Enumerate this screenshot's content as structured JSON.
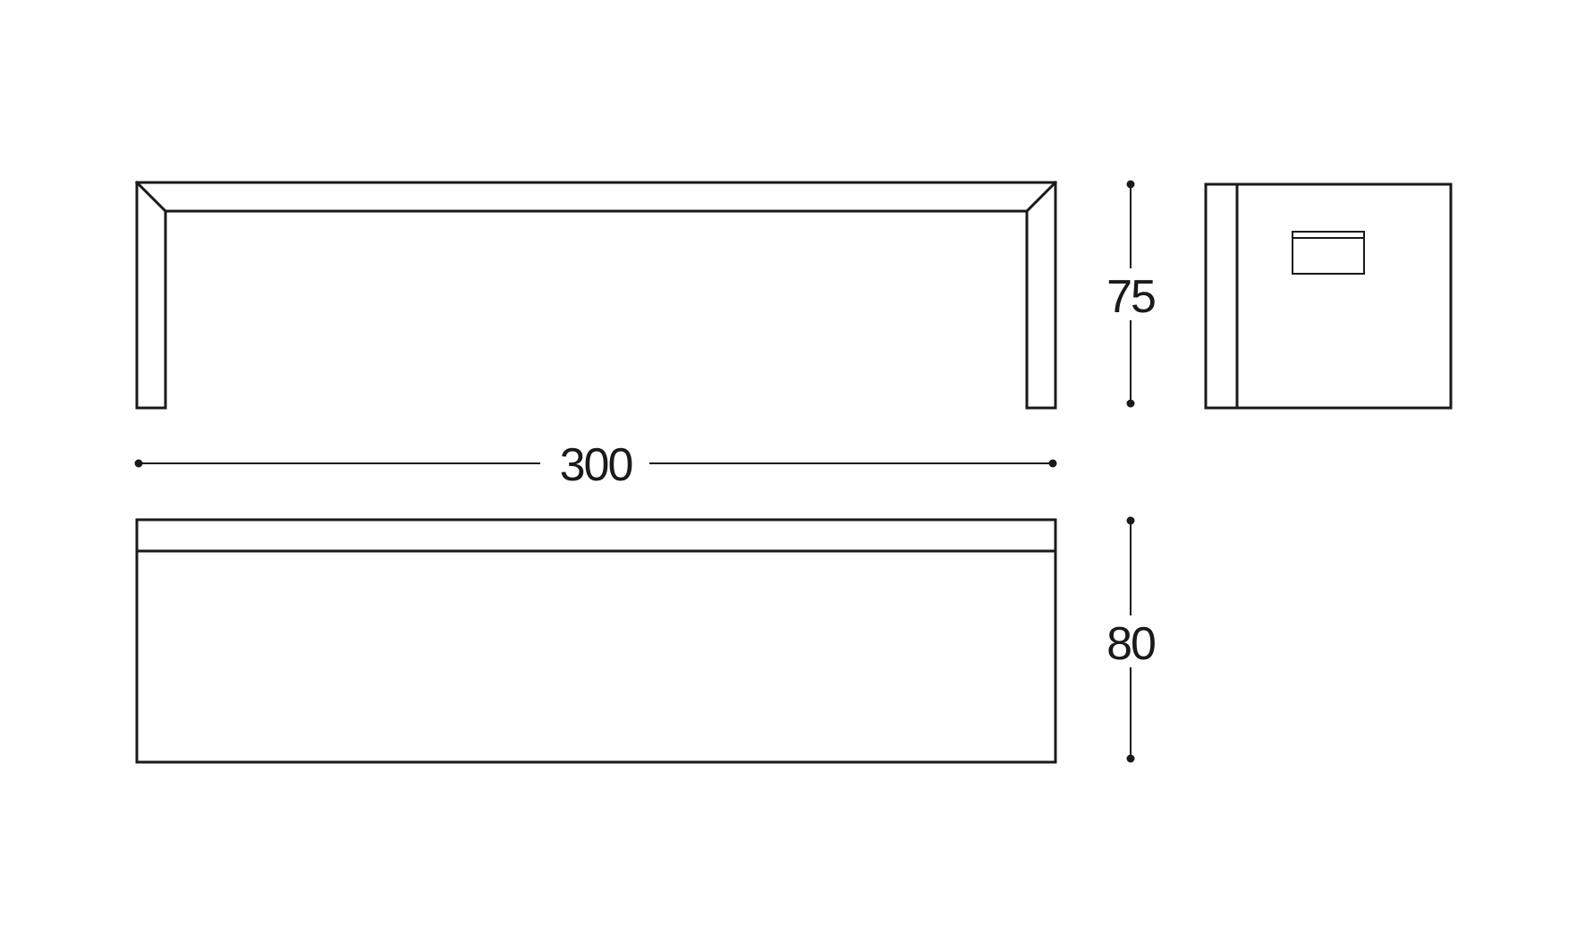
{
  "dimensions": {
    "width": "300",
    "front_height": "75",
    "depth": "80"
  }
}
